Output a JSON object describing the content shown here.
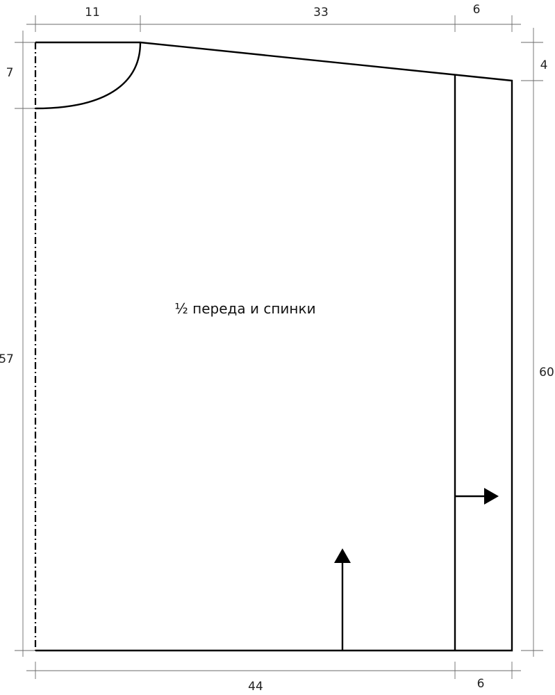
{
  "diagram": {
    "title": "½ переда и спинки",
    "dimensions": {
      "top_neck_width": "11",
      "top_shoulder_width": "33",
      "top_sleeve_width": "6",
      "left_neck_depth": "7",
      "left_height": "57",
      "right_shoulder_drop": "4",
      "right_height": "60",
      "bottom_body_width": "44",
      "bottom_sleeve_width": "6"
    },
    "colors": {
      "outline": "#000000",
      "dimension_lines": "#6a6a6a",
      "background": "#ffffff"
    },
    "icons": [
      "arrow-up-icon",
      "arrow-right-icon"
    ]
  }
}
